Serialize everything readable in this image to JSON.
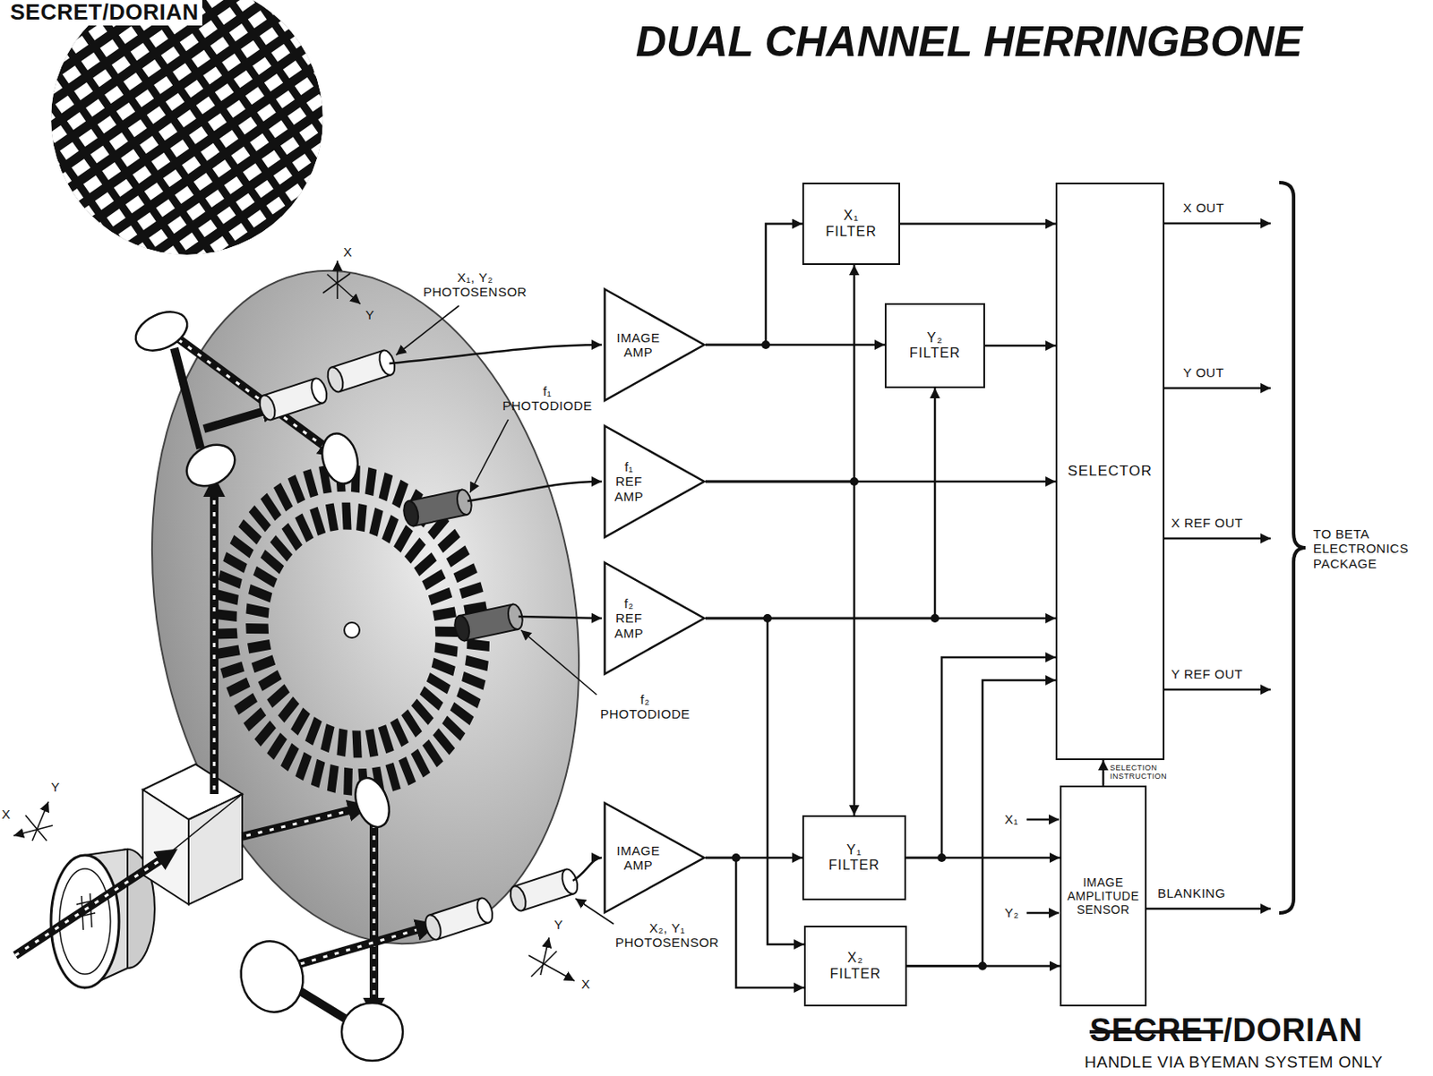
{
  "diagram": {
    "title": "DUAL CHANNEL HERRINGBONE",
    "nodes": [
      {
        "text": [
          "IMAGE AMP"
        ]
      },
      {
        "text": [
          "f₁ REF AMP"
        ]
      },
      {
        "text": [
          "f₂ REF AMP"
        ]
      },
      {
        "text": [
          "IMAGE AMP"
        ]
      },
      {
        "text": [
          "X₁ FILTER"
        ]
      },
      {
        "text": [
          "Y₂ FILTER"
        ]
      },
      {
        "text": [
          "Y₁ FILTER"
        ]
      },
      {
        "text": [
          "X₂ FILTER"
        ]
      },
      {
        "text": [
          "SELECTOR"
        ]
      },
      {
        "text": [
          "IMAGE AMPLITUDE SENSOR"
        ]
      }
    ],
    "edges": [
      {
        "from": 0,
        "to": 4,
        "arrow": "to"
      },
      {
        "from": 0,
        "to": 5,
        "arrow": "to"
      },
      {
        "from": 1,
        "to": 4,
        "arrow": "to"
      },
      {
        "from": 1,
        "to": 6,
        "arrow": "to"
      },
      {
        "from": 1,
        "to": 8,
        "arrow": "to"
      },
      {
        "from": 2,
        "to": 5,
        "arrow": "to"
      },
      {
        "from": 2,
        "to": 7,
        "arrow": "to"
      },
      {
        "from": 2,
        "to": 8,
        "arrow": "to"
      },
      {
        "from": 3,
        "to": 6,
        "arrow": "to"
      },
      {
        "from": 3,
        "to": 7,
        "arrow": "to"
      },
      {
        "from": 4,
        "to": 8,
        "arrow": "to"
      },
      {
        "from": 5,
        "to": 8,
        "arrow": "to"
      },
      {
        "from": 6,
        "to": 8,
        "arrow": "to"
      },
      {
        "from": 6,
        "to": 9,
        "arrow": "to"
      },
      {
        "from": 7,
        "to": 8,
        "arrow": "to"
      },
      {
        "from": 7,
        "to": 9,
        "arrow": "to"
      },
      {
        "from": 9,
        "to": 8,
        "label": "SELECTION INSTRUCTION",
        "arrow": "to"
      }
    ],
    "labels": [
      "SECRET/DORIAN",
      "X",
      "Y",
      "X₁, Y₂ PHOTOSENSOR",
      "f₁ PHOTODIODE",
      "f₂ PHOTODIODE",
      "Y",
      "X",
      "X₂, Y₁ PHOTOSENSOR",
      "Y",
      "X",
      "X OUT",
      "Y OUT",
      "X REF OUT",
      "Y REF OUT",
      "BLANKING",
      "X₁",
      "Y₂",
      "TO BETA ELECTRONICS PACKAGE",
      "SECRET",
      "/DORIAN",
      "HANDLE VIA BYEMAN SYSTEM ONLY"
    ]
  }
}
